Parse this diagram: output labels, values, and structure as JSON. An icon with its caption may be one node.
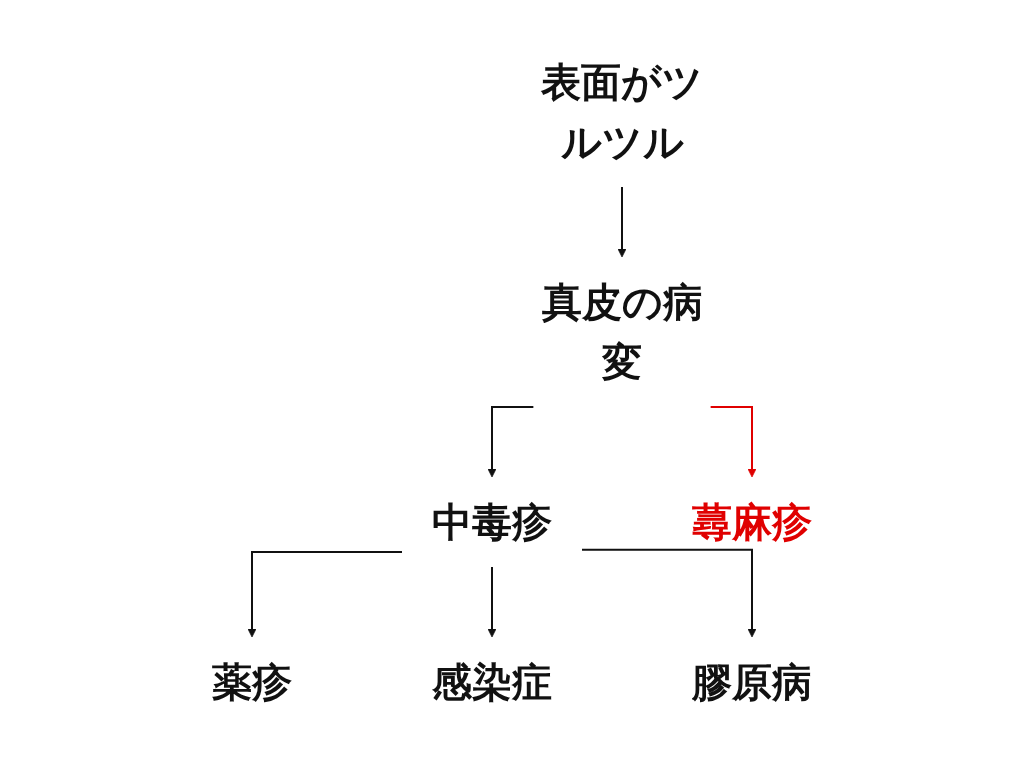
{
  "diagram": {
    "nodes": [
      {
        "text": [
          "表面がツルツル"
        ]
      },
      {
        "text": [
          "真皮の病変"
        ]
      },
      {
        "text": [
          "中毒疹"
        ]
      },
      {
        "text": [
          "蕁麻疹"
        ]
      },
      {
        "text": [
          "薬疹"
        ]
      },
      {
        "text": [
          "感染症"
        ]
      },
      {
        "text": [
          "膠原病"
        ]
      }
    ],
    "edges": [
      {
        "from": 0,
        "to": 1,
        "arrow": "to"
      },
      {
        "from": 1,
        "to": 2,
        "arrow": "to"
      },
      {
        "from": 1,
        "to": 3,
        "arrow": "to",
        "color": "#e00000"
      },
      {
        "from": 2,
        "to": 4,
        "arrow": "to"
      },
      {
        "from": 2,
        "to": 5,
        "arrow": "to"
      },
      {
        "from": 2,
        "to": 6,
        "arrow": "to"
      }
    ]
  }
}
